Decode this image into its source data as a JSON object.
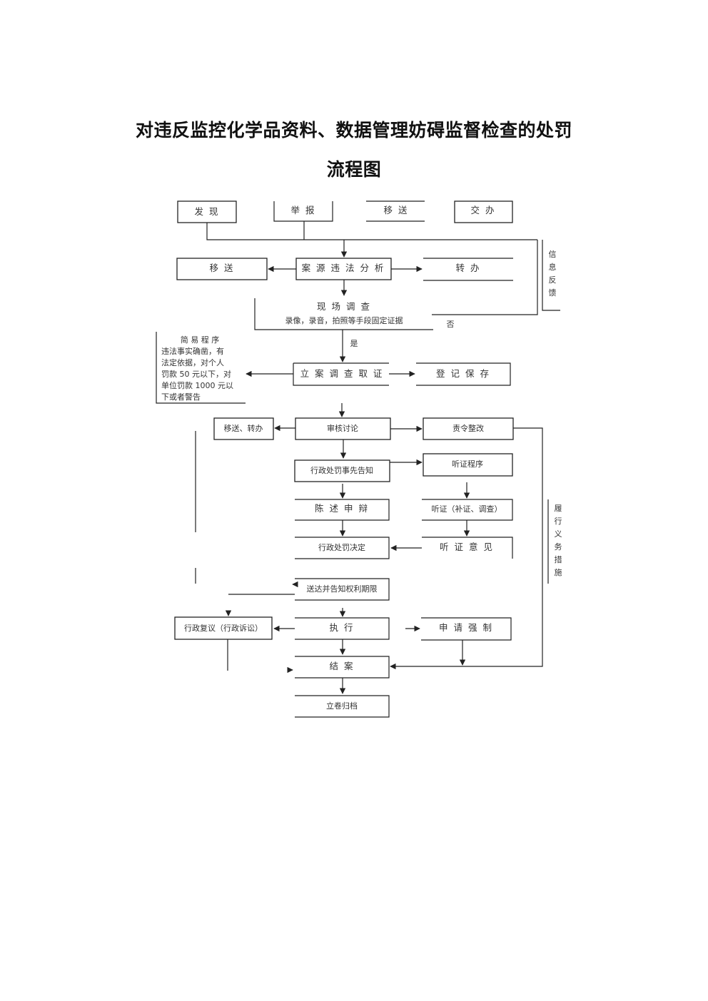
{
  "title_line1": "对违反监控化学品资料、数据管理妨碍监督检查的处罚",
  "title_line2": "流程图",
  "nodes": {
    "faxian": "发 现",
    "jubao": "举 报",
    "yisong_top": "移 送",
    "jiaoban": "交 办",
    "yisong_left": "移 送",
    "anyuan": "案 源 违 法 分 析",
    "zhuanban": "转 办",
    "xinxi_fankui": [
      "信",
      "息",
      "反",
      "馈"
    ],
    "xianchang_title": "现 场 调 查",
    "xianchang_sub": "录像，录音，拍照等手段固定证据",
    "fou": "否",
    "shi": "是",
    "jianyi_title": "简 易 程 序",
    "jianyi_lines": [
      "违法事实确凿，有",
      "法定依据，对个人",
      "罚款 50 元以下，对",
      "单位罚款 1000 元以",
      "下或者警告"
    ],
    "lian": "立 案 调 查 取 证",
    "dengji": "登 记 保 存",
    "yisong_zhuanban": "移送、转办",
    "shenhe": "审核讨论",
    "zeling": "责令整改",
    "gaozhi": "行政处罚事先告知",
    "tingzheng_chengxu": "听证程序",
    "chenshu": "陈 述 申 辩",
    "tingzheng_buzheng": "听证（补证、调查）",
    "juedi": "行政处罚决定",
    "tingzheng_yijian": "听 证 意 见",
    "songda": "送达并告知权利期限",
    "fuyi": "行政复议（行政诉讼）",
    "zhixing": "执 行",
    "shenqing": "申 请 强 制",
    "jiean": "结 案",
    "lijuan": "立卷归档",
    "lvxing": [
      "履",
      "行",
      "义",
      "务",
      "措",
      "施"
    ]
  }
}
